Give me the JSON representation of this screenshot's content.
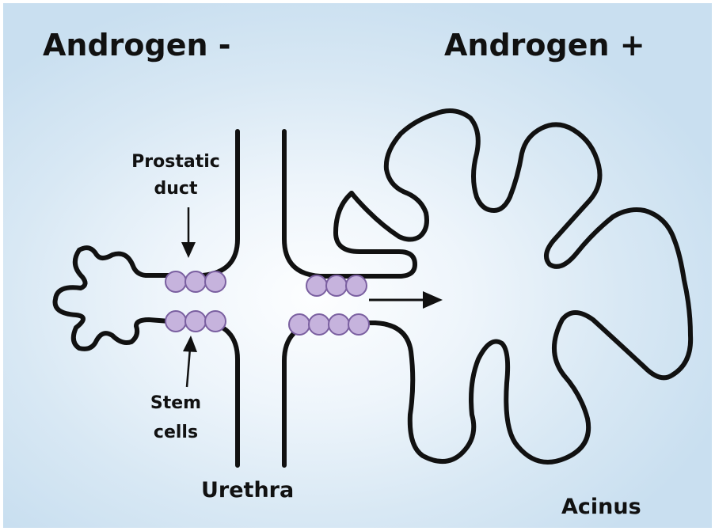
{
  "titles": {
    "left": "Androgen -",
    "right": "Androgen +"
  },
  "labels": {
    "prostatic_duct_line1": "Prostatic",
    "prostatic_duct_line2": "duct",
    "stem_cells_line1": "Stem",
    "stem_cells_line2": "cells",
    "urethra": "Urethra",
    "acinus": "Acinus"
  },
  "colors": {
    "outline": "#111111",
    "stem_cell_fill": "#c6b3dd",
    "stem_cell_stroke": "#7a5fa0",
    "background_edge": "#c9dff0",
    "background_center": "#fdfeff"
  }
}
